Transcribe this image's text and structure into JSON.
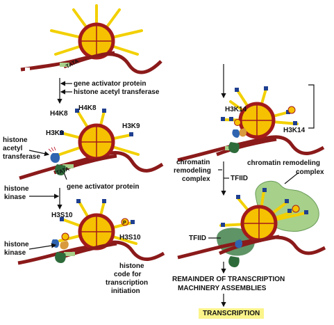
{
  "labels": {
    "tata_top": "TATA",
    "tata_mid": "TATA",
    "gene_activator_protein_1": "gene activator protein",
    "histone_acetyl_transferase_1": "histone acetyl transferase",
    "h4k8_a": "H4K8",
    "h4k8_b": "H4K8",
    "h3k9_left": "H3K9",
    "h3k9_right": "H3K9",
    "hat_side_1": "histone",
    "hat_side_2": "acetyl",
    "hat_side_3": "transferase",
    "gene_activator_protein_2": "gene activator protein",
    "histone_kinase_1a": "histone",
    "histone_kinase_1b": "kinase",
    "h3s10_left": "H3S10",
    "h3s10_right": "H3S10",
    "histone_kinase_2a": "histone",
    "histone_kinase_2b": "kinase",
    "histone_code_1": "histone",
    "histone_code_2": "code for",
    "histone_code_3": "transcription",
    "histone_code_4": "initiation",
    "h3k14_left": "H3K14",
    "h3k14_right": "H3K14",
    "chrom_remod_left_1": "chromatin",
    "chrom_remod_left_2": "remodeling",
    "chrom_remod_left_3": "complex",
    "tfiid_top": "TFIID",
    "chrom_remod_right_1": "chromatin remodeling",
    "chrom_remod_right_2": "complex",
    "tfiid_bottom": "TFIID",
    "remainder_1": "REMAINDER OF TRANSCRIPTION",
    "remainder_2": "MACHINERY ASSEMBLIES",
    "transcription": "TRANSCRIPTION",
    "phospho_marker": "P"
  },
  "colors": {
    "dna": "#8b1a1a",
    "histone_core": "#f6c100",
    "histone_rim": "#a31a1a",
    "tail": "#f2d000",
    "acetyl": "#1f3f8f",
    "phosphate": "#f6c100",
    "activator": "#2e6b3a",
    "hat_enzyme": "#2f64b0",
    "kinase_enzyme": "#d89a3c",
    "remodeler": "#a7d08a",
    "tfiid": "#5f9466",
    "highlight": "#fbf48a"
  }
}
